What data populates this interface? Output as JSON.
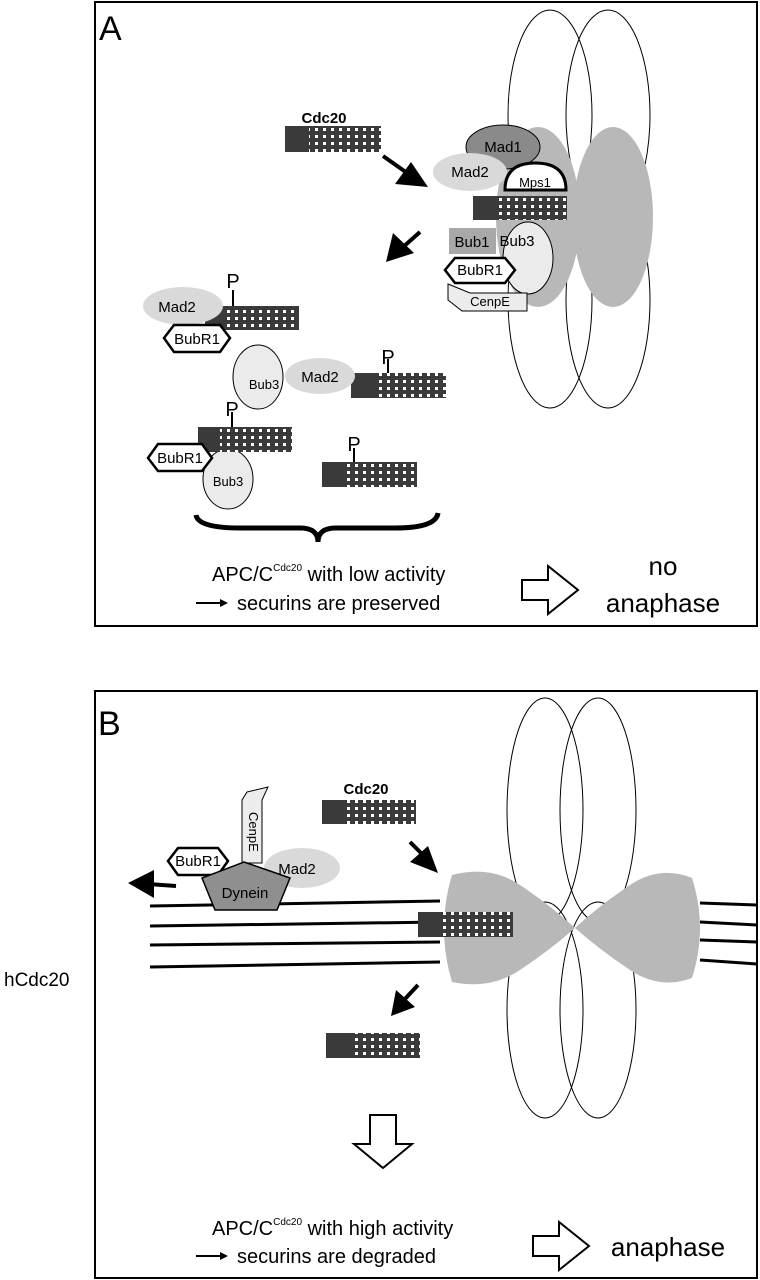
{
  "panel_a": {
    "letter": "A",
    "cdc20_label": "Cdc20",
    "mad1": "Mad1",
    "mad2": "Mad2",
    "mps1": "Mps1",
    "bub1": "Bub1",
    "bub3": "Bub3",
    "bubr1": "BubR1",
    "cenpe": "CenpE",
    "phospho": "P",
    "apc_base": "APC/C",
    "apc_sup": "Cdc20",
    "activity": "with low activity",
    "securins": "securins  are  preserved",
    "outcome_line1": "no",
    "outcome_line2": "anaphase"
  },
  "panel_b": {
    "letter": "B",
    "cdc20_label": "Cdc20",
    "bubr1": "BubR1",
    "cenpe": "CenpE",
    "mad2": "Mad2",
    "dynein": "Dynein",
    "apc_base": "APC/C",
    "apc_sup": "Cdc20",
    "activity": "with high activity",
    "securins": "securins  are  degraded",
    "outcome": "anaphase"
  },
  "side_label": "hCdc20",
  "colors": {
    "dark_block": "#3a3a3a",
    "kinetochore_gray": "#b8b8b8",
    "light_gray": "#d9d9d9",
    "mad1_gray": "#8a8a8a",
    "dynein_gray": "#8f8f8f"
  }
}
